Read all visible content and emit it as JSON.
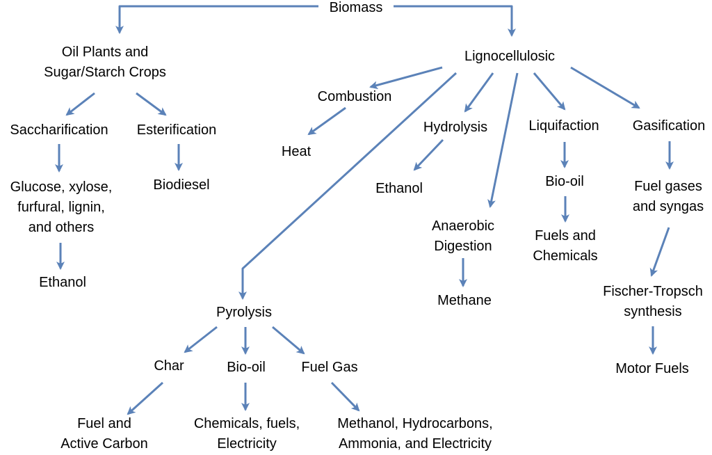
{
  "diagram": {
    "colors": {
      "arrow": "#5b82b8",
      "text": "#000000",
      "background": "#ffffff"
    },
    "nodes": {
      "biomass": {
        "lines": [
          "Biomass"
        ]
      },
      "oil_plants": {
        "lines": [
          "Oil Plants and",
          "Sugar/Starch Crops"
        ]
      },
      "lignocellulosic": {
        "lines": [
          "Lignocellulosic"
        ]
      },
      "combustion": {
        "lines": [
          "Combustion"
        ]
      },
      "heat": {
        "lines": [
          "Heat"
        ]
      },
      "saccharification": {
        "lines": [
          "Saccharification"
        ]
      },
      "esterification": {
        "lines": [
          "Esterification"
        ]
      },
      "hydrolysis": {
        "lines": [
          "Hydrolysis"
        ]
      },
      "liquifaction": {
        "lines": [
          "Liquifaction"
        ]
      },
      "gasification": {
        "lines": [
          "Gasification"
        ]
      },
      "glucose": {
        "lines": [
          "Glucose, xylose,",
          "furfural, lignin,",
          "and others"
        ]
      },
      "biodiesel": {
        "lines": [
          "Biodiesel"
        ]
      },
      "ethanol_hydrolysis": {
        "lines": [
          "Ethanol"
        ]
      },
      "bio_oil_liquifaction": {
        "lines": [
          "Bio-oil"
        ]
      },
      "fuel_gases": {
        "lines": [
          "Fuel gases",
          "and syngas"
        ]
      },
      "anaerobic": {
        "lines": [
          "Anaerobic",
          "Digestion"
        ]
      },
      "fuels_chemicals": {
        "lines": [
          "Fuels and",
          "Chemicals"
        ]
      },
      "ethanol_sugar": {
        "lines": [
          "Ethanol"
        ]
      },
      "fischer": {
        "lines": [
          "Fischer-Tropsch",
          "synthesis"
        ]
      },
      "methane": {
        "lines": [
          "Methane"
        ]
      },
      "pyrolysis": {
        "lines": [
          "Pyrolysis"
        ]
      },
      "motor_fuels": {
        "lines": [
          "Motor Fuels"
        ]
      },
      "char": {
        "lines": [
          "Char"
        ]
      },
      "bio_oil_pyrolysis": {
        "lines": [
          "Bio-oil"
        ]
      },
      "fuel_gas": {
        "lines": [
          "Fuel Gas"
        ]
      },
      "fuel_carbon": {
        "lines": [
          "Fuel and",
          "Active Carbon"
        ]
      },
      "chemicals_fuels": {
        "lines": [
          "Chemicals, fuels,",
          "Electricity"
        ]
      },
      "methanol": {
        "lines": [
          "Methanol, Hydrocarbons,",
          "Ammonia, and Electricity"
        ]
      }
    },
    "edges": [
      {
        "from": "biomass",
        "to": "oil_plants"
      },
      {
        "from": "biomass",
        "to": "lignocellulosic"
      },
      {
        "from": "oil_plants",
        "to": "saccharification"
      },
      {
        "from": "oil_plants",
        "to": "esterification"
      },
      {
        "from": "saccharification",
        "to": "glucose"
      },
      {
        "from": "glucose",
        "to": "ethanol_sugar"
      },
      {
        "from": "esterification",
        "to": "biodiesel"
      },
      {
        "from": "lignocellulosic",
        "to": "combustion"
      },
      {
        "from": "combustion",
        "to": "heat"
      },
      {
        "from": "lignocellulosic",
        "to": "pyrolysis"
      },
      {
        "from": "lignocellulosic",
        "to": "hydrolysis"
      },
      {
        "from": "hydrolysis",
        "to": "ethanol_hydrolysis"
      },
      {
        "from": "lignocellulosic",
        "to": "anaerobic"
      },
      {
        "from": "anaerobic",
        "to": "methane"
      },
      {
        "from": "lignocellulosic",
        "to": "liquifaction"
      },
      {
        "from": "liquifaction",
        "to": "bio_oil_liquifaction"
      },
      {
        "from": "bio_oil_liquifaction",
        "to": "fuels_chemicals"
      },
      {
        "from": "lignocellulosic",
        "to": "gasification"
      },
      {
        "from": "gasification",
        "to": "fuel_gases"
      },
      {
        "from": "fuel_gases",
        "to": "fischer"
      },
      {
        "from": "fischer",
        "to": "motor_fuels"
      },
      {
        "from": "pyrolysis",
        "to": "char"
      },
      {
        "from": "pyrolysis",
        "to": "bio_oil_pyrolysis"
      },
      {
        "from": "pyrolysis",
        "to": "fuel_gas"
      },
      {
        "from": "char",
        "to": "fuel_carbon"
      },
      {
        "from": "bio_oil_pyrolysis",
        "to": "chemicals_fuels"
      },
      {
        "from": "fuel_gas",
        "to": "methanol"
      }
    ]
  }
}
